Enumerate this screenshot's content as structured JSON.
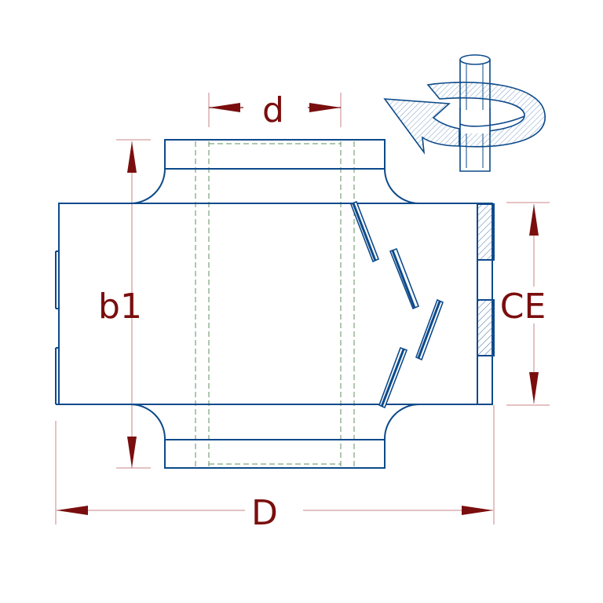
{
  "labels": {
    "d": "d",
    "b1": "b1",
    "ce": "CE",
    "D": "D"
  },
  "colors": {
    "outline": "#0d4a8a",
    "dimension": "#7a0e0e",
    "extension": "#c9848a",
    "hidden_line": "#5f8f5f",
    "hatch": "#3d6fa8",
    "background": "#ffffff"
  },
  "icons": {
    "rotation": "rotation-arrow-around-shaft-icon"
  }
}
